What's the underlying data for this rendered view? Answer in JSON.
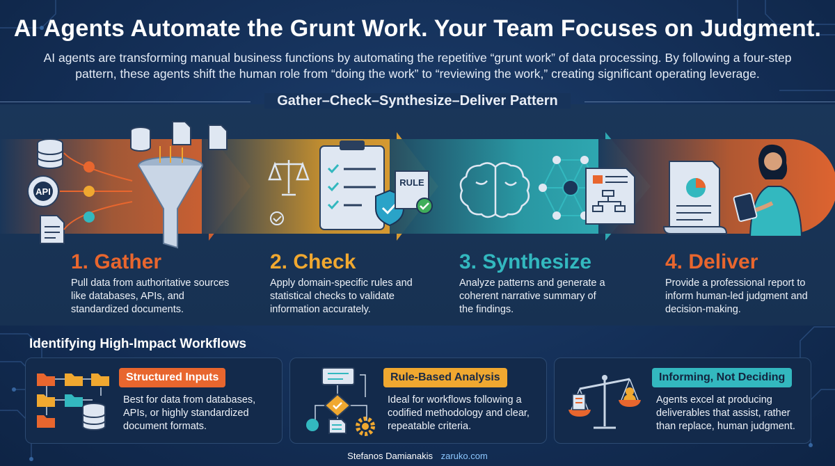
{
  "title": "AI Agents Automate the Grunt Work. Your Team Focuses on Judgment.",
  "subtitle": "AI agents are transforming manual business functions by automating the repetitive “grunt work” of data processing. By following a four-step pattern, these agents shift the human role from “doing the work” to “reviewing the work,” creating significant operating leverage.",
  "pattern_title": "Gather–Check–Synthesize–Deliver Pattern",
  "steps": [
    {
      "title": "1. Gather",
      "desc": "Pull data from authoritative sources like databases, APIs, and standardized documents.",
      "color": "#e8662e",
      "api_label": "API"
    },
    {
      "title": "2. Check",
      "desc": "Apply domain-specific rules and statistical checks to validate information accurately.",
      "color": "#f0a830",
      "rule_label": "RULE"
    },
    {
      "title": "3. Synthesize",
      "desc": "Analyze patterns and generate a coherent narrative summary of the findings.",
      "color": "#33b8bf"
    },
    {
      "title": "4. Deliver",
      "desc": "Provide a professional report to inform human-led judgment and decision-making.",
      "color": "#e8662e"
    }
  ],
  "workflows_title": "Identifying High-Impact Workflows",
  "cards": [
    {
      "badge": "Structured Inputs",
      "desc": "Best for data from databases, APIs, or highly standardized document formats.",
      "color": "#e8662e"
    },
    {
      "badge": "Rule-Based Analysis",
      "desc": "Ideal for workflows following a codified methodology and clear, repeatable criteria.",
      "color": "#f0a830"
    },
    {
      "badge": "Informing, Not Deciding",
      "desc": "Agents excel at producing deliverables that assist, rather than replace, human judgment.",
      "color": "#33b8bf"
    }
  ],
  "footer": {
    "author": "Stefanos Damianakis",
    "site": "zaruko.com"
  }
}
